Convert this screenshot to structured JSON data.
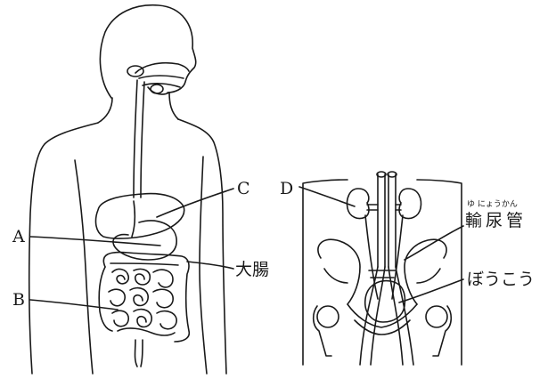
{
  "labels": {
    "a": "A",
    "b": "B",
    "c": "C",
    "d": "D",
    "large_intestine": "大腸",
    "ureter": "輸尿管",
    "ureter_ruby": "ゆ にょうかん",
    "bladder": "ぼうこう"
  },
  "colors": {
    "line": "#1a1a1a",
    "background": "#ffffff"
  }
}
